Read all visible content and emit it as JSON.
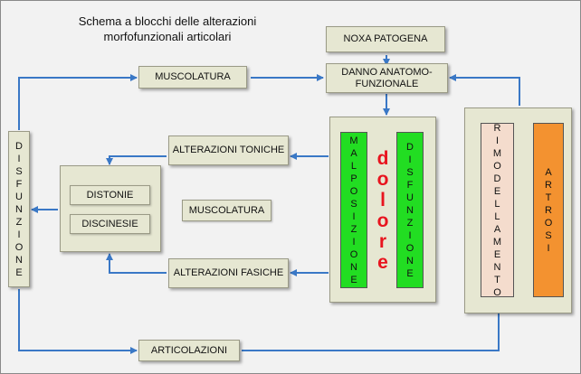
{
  "title": {
    "line1": "Schema a blocchi delle alterazioni",
    "line2": "morfofunzionali articolari"
  },
  "nodes": {
    "noxa": "NOXA PATOGENA",
    "danno_line1": "DANNO ANATOMO-",
    "danno_line2": "FUNZIONALE",
    "muscolatura_top": "MUSCOLATURA",
    "alterazioni_toniche": "ALTERAZIONI TONICHE",
    "alterazioni_fasiche": "ALTERAZIONI FASICHE",
    "distonie": "DISTONIE",
    "discinesie": "DISCINESIE",
    "muscolatura_mid": "MUSCOLATURA",
    "articolazioni": "ARTICOLAZIONI",
    "disfunzione_left": "DISFUNZIONE",
    "malposizione": "MALPOSIZIONE",
    "dolore": "dolore",
    "disfunzione_right": "DISFUNZIONE",
    "rimodellamento": "RIMODELLAMENTO",
    "artrosi": "ARTROSI"
  },
  "colors": {
    "box_fill": "#e6e7d2",
    "arrow": "#3a78c6",
    "green": "#22dd22",
    "red_text": "#e8141e",
    "pink": "#f4dccd",
    "orange": "#f39230"
  }
}
